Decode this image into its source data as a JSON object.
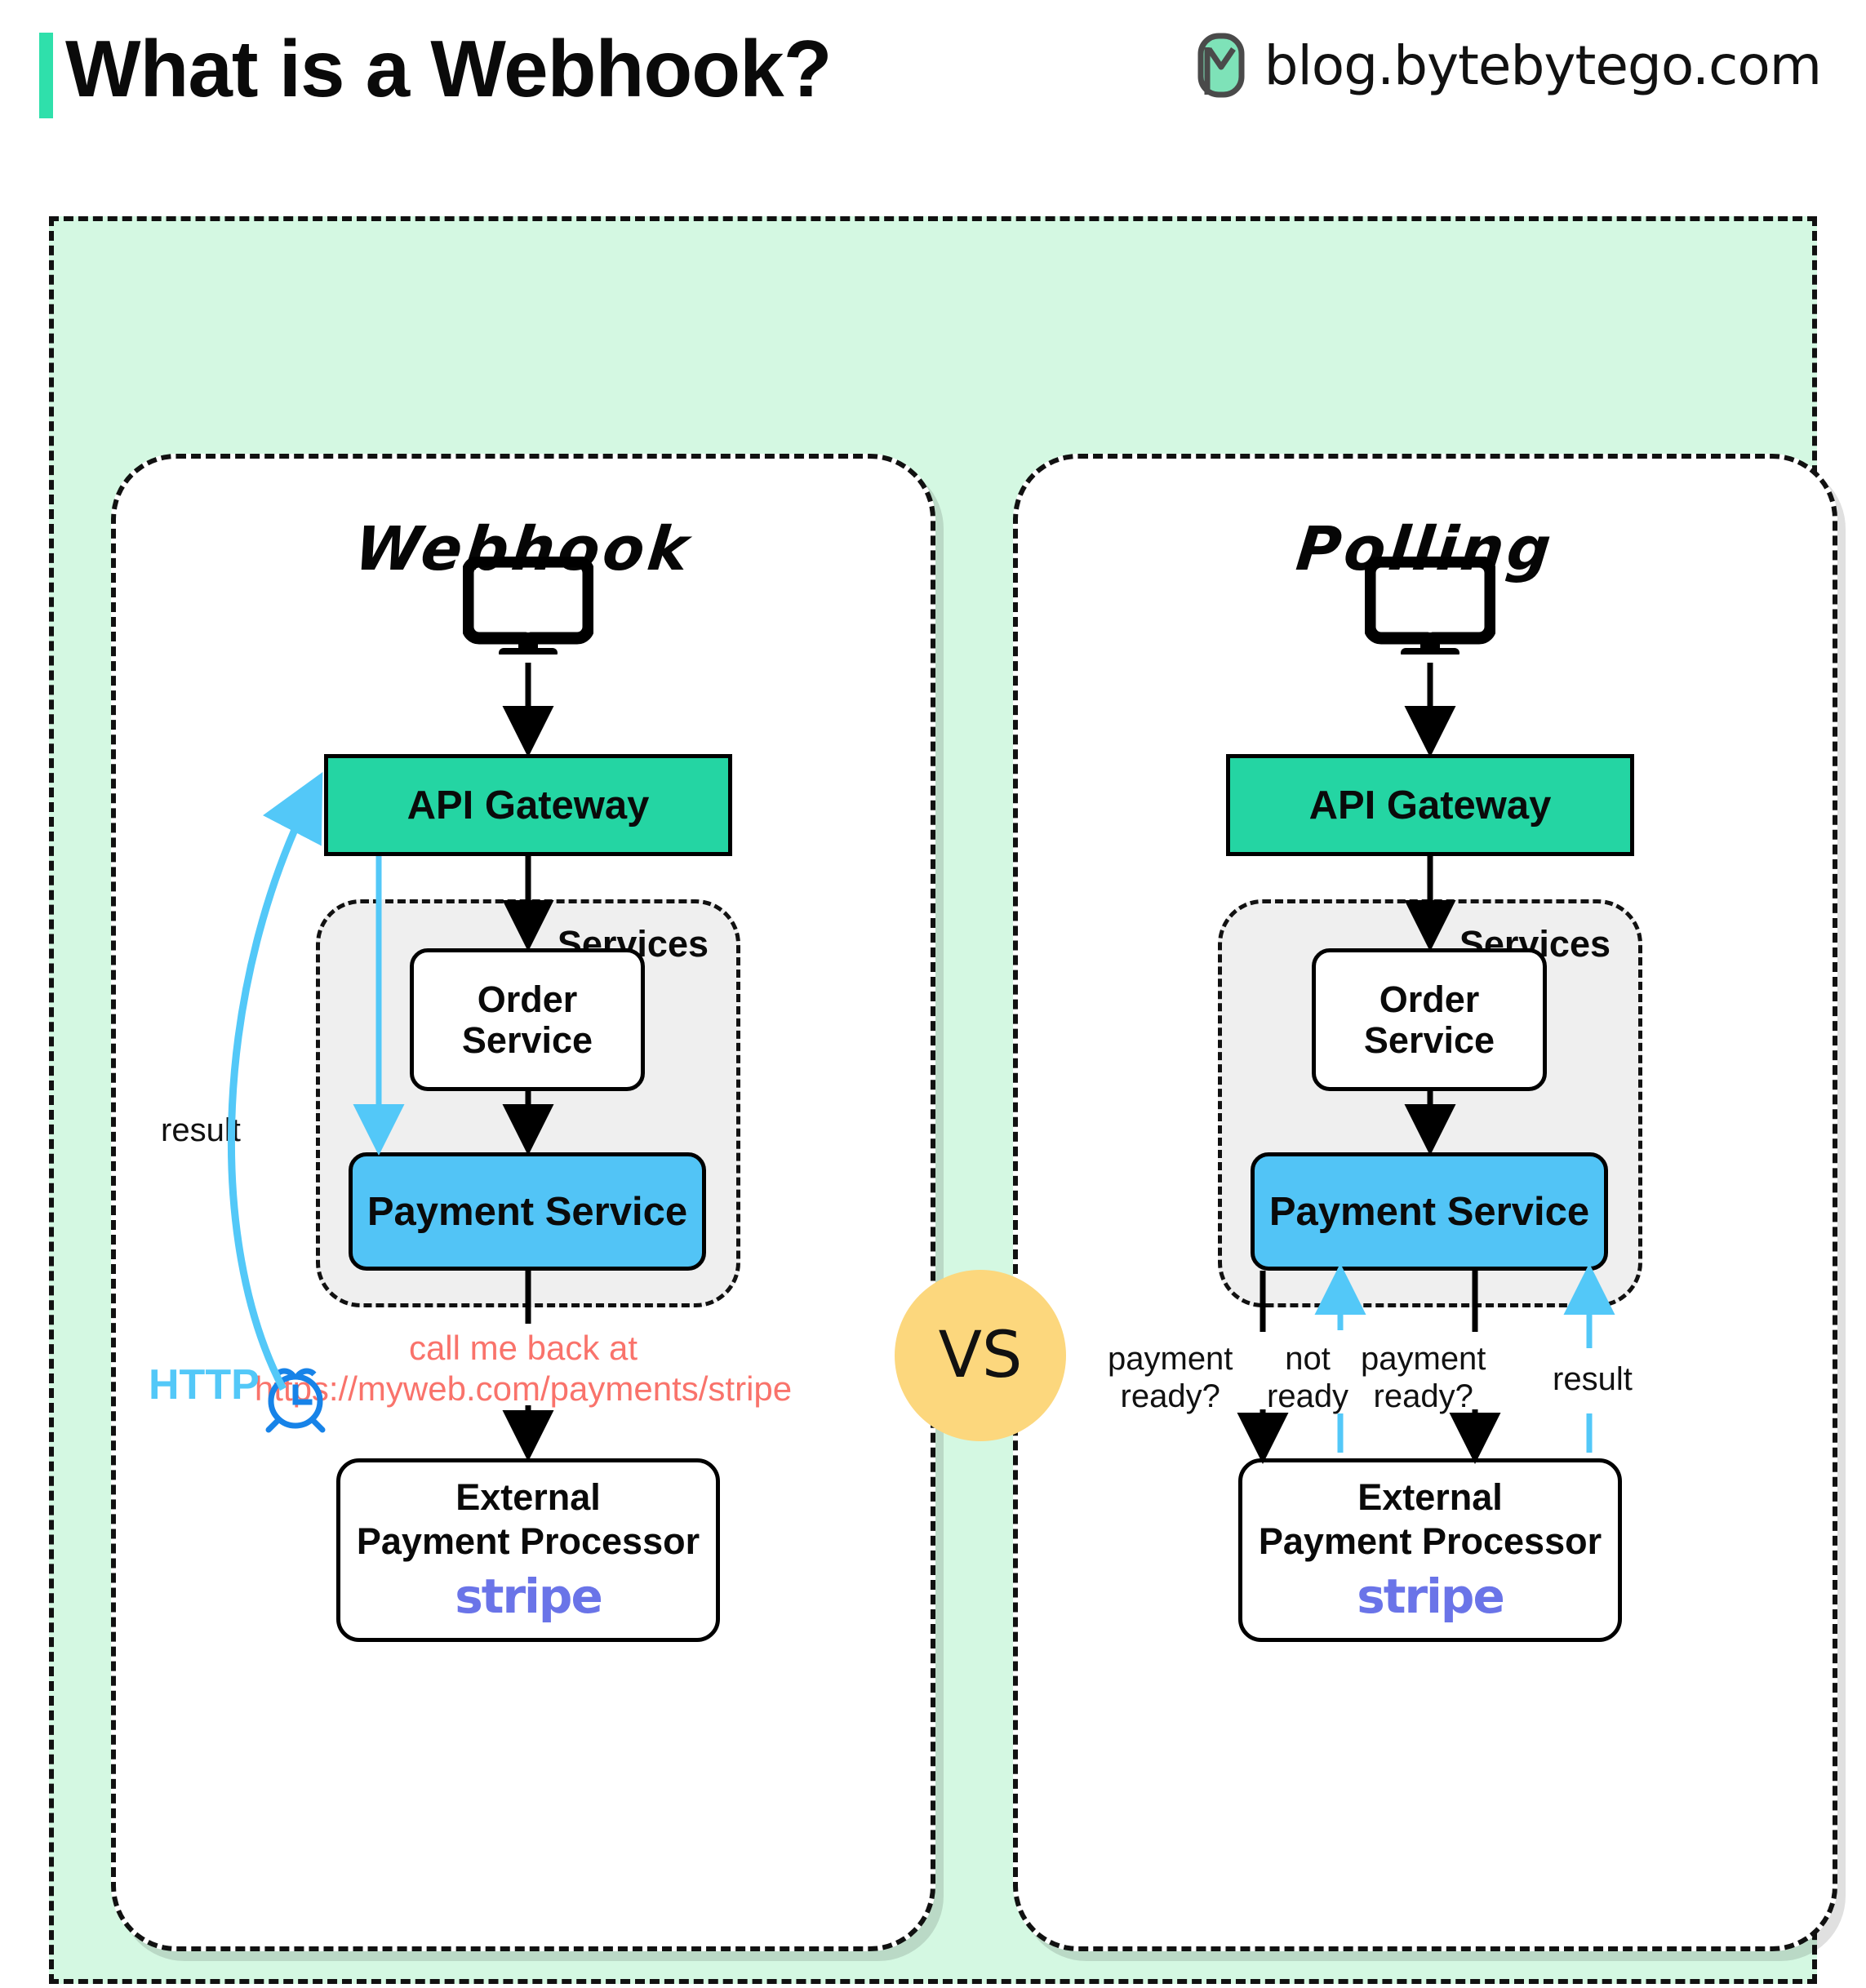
{
  "header": {
    "title": "What is a Webhook?",
    "brand": "blog.bytebytego.com",
    "logo_icon": "bytebytego-logo-icon",
    "accent_color": "#2fe0ab"
  },
  "colors": {
    "frame_background": "#d4f8e2",
    "gateway": "#24d5a3",
    "payment_service": "#52c4f6",
    "services_background": "#efefef",
    "vs_badge": "#fcd77d",
    "callback_text": "#f9736b",
    "http_blue": "#53c8f8",
    "stripe_purple": "#6a74e8"
  },
  "comparison": {
    "vs_label": "VS"
  },
  "panels": [
    {
      "id": "webhook",
      "title": "Webhook",
      "client_icon": "monitor-icon",
      "gateway": "API Gateway",
      "services_label": "Services",
      "order_service_line1": "Order",
      "order_service_line2": "Service",
      "payment_service": "Payment Service",
      "processor_line1": "External",
      "processor_line2": "Payment Processor",
      "processor_logo": "stripe",
      "callback_line1": "call me back at",
      "callback_line2": "https://myweb.com/payments/stripe",
      "result_label": "result",
      "http_label": "HTTP",
      "clock_icon": "alarm-clock-icon"
    },
    {
      "id": "polling",
      "title": "Polling",
      "client_icon": "monitor-icon",
      "gateway": "API Gateway",
      "services_label": "Services",
      "order_service_line1": "Order",
      "order_service_line2": "Service",
      "payment_service": "Payment Service",
      "processor_line1": "External",
      "processor_line2": "Payment Processor",
      "processor_logo": "stripe",
      "poll_labels": [
        {
          "line1": "payment",
          "line2": "ready?"
        },
        {
          "line1": "not",
          "line2": "ready"
        },
        {
          "line1": "payment",
          "line2": "ready?"
        }
      ],
      "result_label": "result"
    }
  ]
}
